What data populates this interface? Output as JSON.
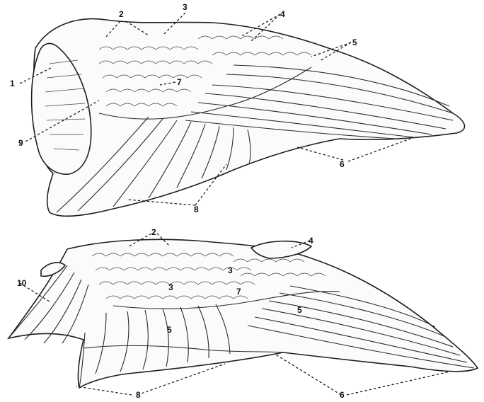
{
  "upper_wing": {
    "labels": {
      "l1": "1",
      "l2": "2",
      "l3": "3",
      "l4": "4",
      "l5": "5",
      "l6": "6",
      "l7": "7",
      "l8": "8",
      "l9": "9"
    }
  },
  "lower_wing": {
    "labels": {
      "l2": "2",
      "l3a": "3",
      "l3b": "3",
      "l4": "4",
      "l5a": "5",
      "l5b": "5",
      "l6": "6",
      "l7": "7",
      "l8": "8",
      "l10": "10"
    }
  }
}
